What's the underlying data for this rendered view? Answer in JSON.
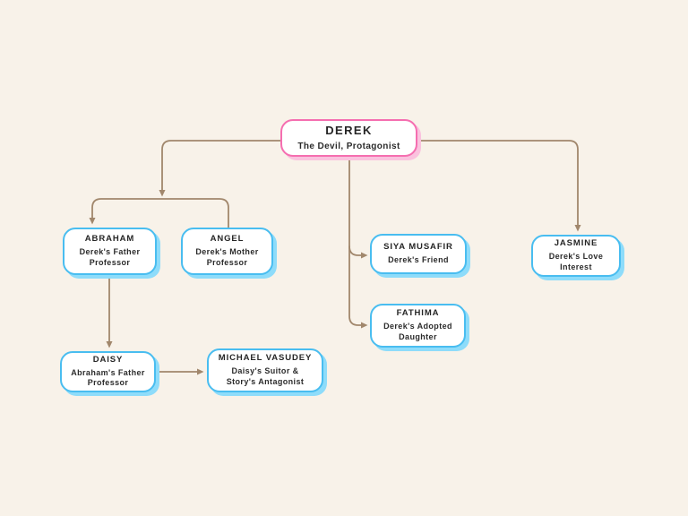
{
  "canvas": {
    "background_color": "#F8F2E9",
    "connector_color": "#A1876C",
    "text_color": "#262626"
  },
  "nodes": [
    {
      "id": "derek",
      "title": "DEREK",
      "lines": [
        "The Devil, Protagonist"
      ],
      "border_color": "#F56EB0",
      "shadow_color": "#FAC2DE"
    },
    {
      "id": "abraham",
      "title": "ABRAHAM",
      "lines": [
        "Derek's Father",
        "Professor"
      ],
      "border_color": "#49BDF0",
      "shadow_color": "#8EDCFA"
    },
    {
      "id": "angel",
      "title": "ANGEL",
      "lines": [
        "Derek's Mother",
        "Professor"
      ],
      "border_color": "#49BDF0",
      "shadow_color": "#8EDCFA"
    },
    {
      "id": "siya",
      "title": "SIYA MUSAFIR",
      "lines": [
        "Derek's Friend"
      ],
      "border_color": "#49BDF0",
      "shadow_color": "#8EDCFA"
    },
    {
      "id": "jasmine",
      "title": "JASMINE",
      "lines": [
        "Derek's Love",
        "Interest"
      ],
      "border_color": "#49BDF0",
      "shadow_color": "#8EDCFA"
    },
    {
      "id": "fathima",
      "title": "FATHIMA",
      "lines": [
        "Derek's Adopted",
        "Daughter"
      ],
      "border_color": "#49BDF0",
      "shadow_color": "#8EDCFA"
    },
    {
      "id": "daisy",
      "title": "DAISY",
      "lines": [
        "Abraham's Father",
        "Professor"
      ],
      "border_color": "#49BDF0",
      "shadow_color": "#8EDCFA"
    },
    {
      "id": "michael",
      "title": "MICHAEL VASUDEY",
      "lines": [
        "Daisy's Suitor &",
        "Story's Antagonist"
      ],
      "border_color": "#49BDF0",
      "shadow_color": "#8EDCFA"
    }
  ],
  "edges": [
    {
      "from": "derek",
      "to": "abraham"
    },
    {
      "from": "derek",
      "to": "angel"
    },
    {
      "from": "derek",
      "to": "siya"
    },
    {
      "from": "derek",
      "to": "fathima"
    },
    {
      "from": "derek",
      "to": "jasmine"
    },
    {
      "from": "abraham",
      "to": "daisy"
    },
    {
      "from": "daisy",
      "to": "michael"
    }
  ]
}
